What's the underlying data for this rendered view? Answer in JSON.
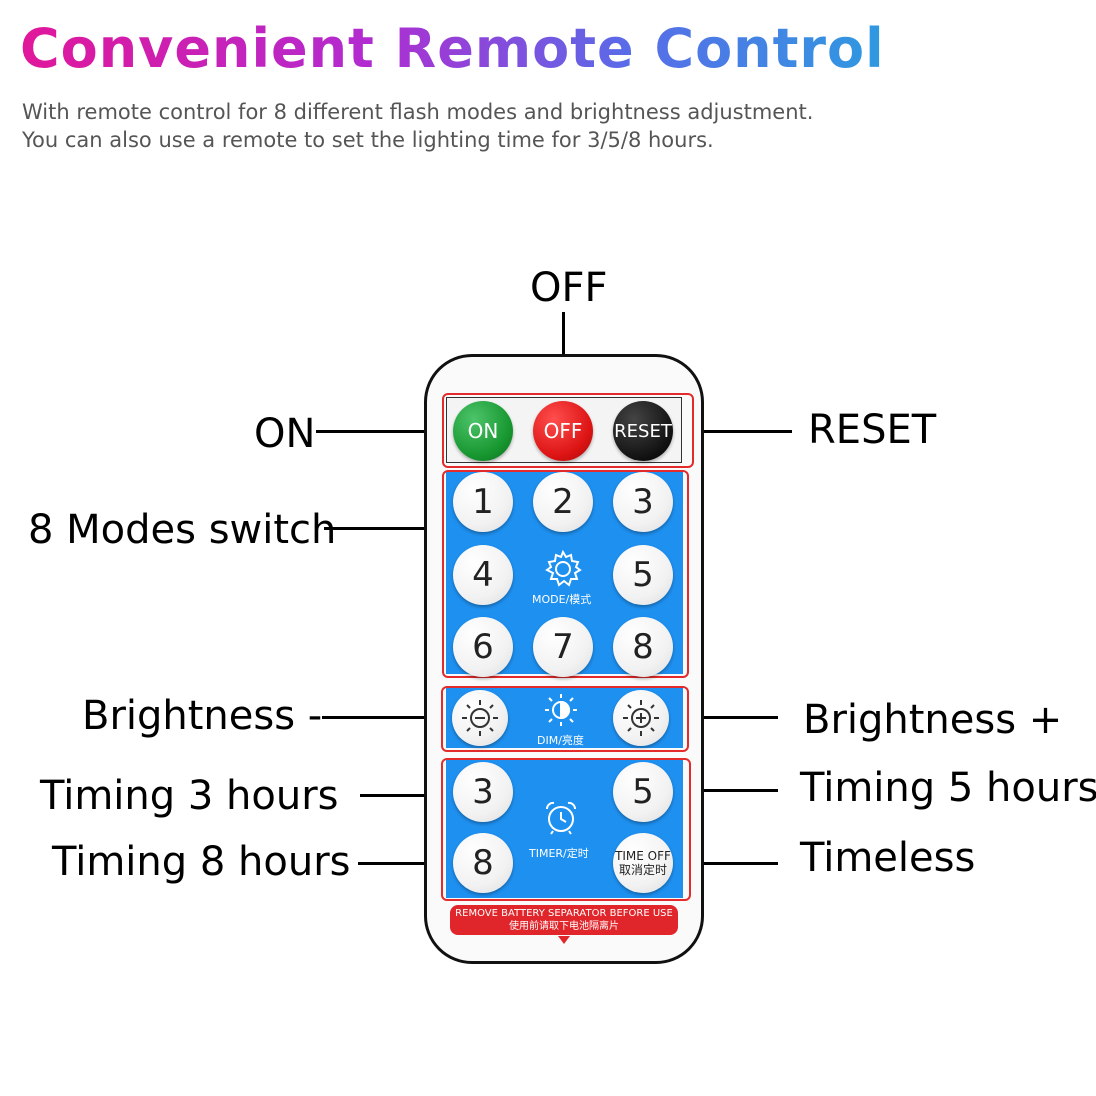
{
  "header": {
    "title": "Convenient Remote Control",
    "subtitle_line1": "With remote control for 8 different flash modes and brightness adjustment.",
    "subtitle_line2": "You can also use a remote to set the lighting time for 3/5/8 hours."
  },
  "callouts": {
    "off": "OFF",
    "on": "ON",
    "reset": "RESET",
    "modes": "8 Modes switch",
    "brightness_minus": "Brightness -",
    "brightness_plus": "Brightness +",
    "timing3": "Timing 3 hours",
    "timing5": "Timing 5 hours",
    "timing8": "Timing 8 hours",
    "timeless": "Timeless"
  },
  "remote": {
    "power": {
      "on": "ON",
      "off": "OFF",
      "reset": "RESET"
    },
    "modes": [
      "1",
      "2",
      "3",
      "4",
      "5",
      "6",
      "7",
      "8"
    ],
    "mode_label": "MODE/模式",
    "dim_label": "DIM/亮度",
    "timer": {
      "t3": "3",
      "t5": "5",
      "t8": "8",
      "off_en": "TIME OFF",
      "off_cn": "取消定时"
    },
    "timer_label": "TIMER/定时",
    "banner_en": "REMOVE BATTERY SEPARATOR BEFORE USE",
    "banner_cn": "使用前请取下电池隔离片"
  },
  "colors": {
    "panel_blue": "#1e90f0",
    "highlight_red": "#e32b2b",
    "on_green": "#17962f",
    "off_red": "#dc1313",
    "reset_black": "#111111"
  },
  "icons": [
    "gear-icon",
    "sun-minus-icon",
    "half-sun-icon",
    "sun-plus-icon",
    "alarm-clock-icon",
    "arrow-down-icon"
  ]
}
